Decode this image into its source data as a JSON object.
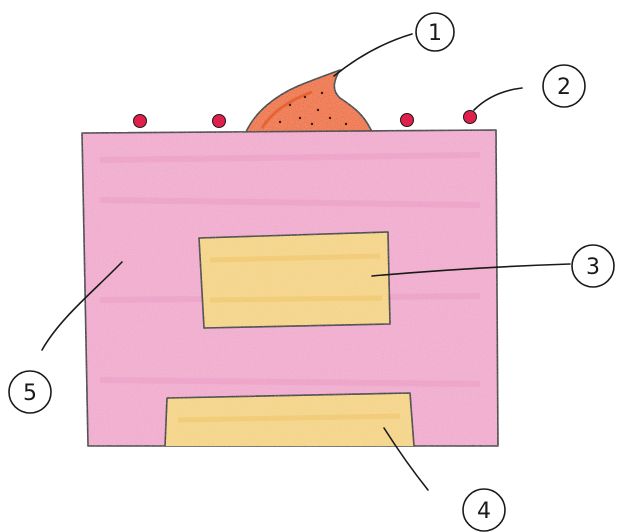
{
  "colors": {
    "paper": "#ffffff",
    "ink": "#1a1a1a",
    "body_fill": "#f0a7cc",
    "body_shade": "#e993bf",
    "panel_fill": "#f4d27e",
    "panel_shade": "#eec465",
    "topping_fill": "#ee6a2a",
    "topping_shade": "#d94f17",
    "bead_fill": "#e0204a"
  },
  "callouts": [
    {
      "id": "callout-1",
      "number": "1",
      "points_to": "topping"
    },
    {
      "id": "callout-2",
      "number": "2",
      "points_to": "beads"
    },
    {
      "id": "callout-3",
      "number": "3",
      "points_to": "upper-panel"
    },
    {
      "id": "callout-4",
      "number": "4",
      "points_to": "lower-panel"
    },
    {
      "id": "callout-5",
      "number": "5",
      "points_to": "main-body"
    }
  ],
  "icons": {
    "topping": "flame-topping-shape",
    "bead": "round-bead-shape"
  }
}
